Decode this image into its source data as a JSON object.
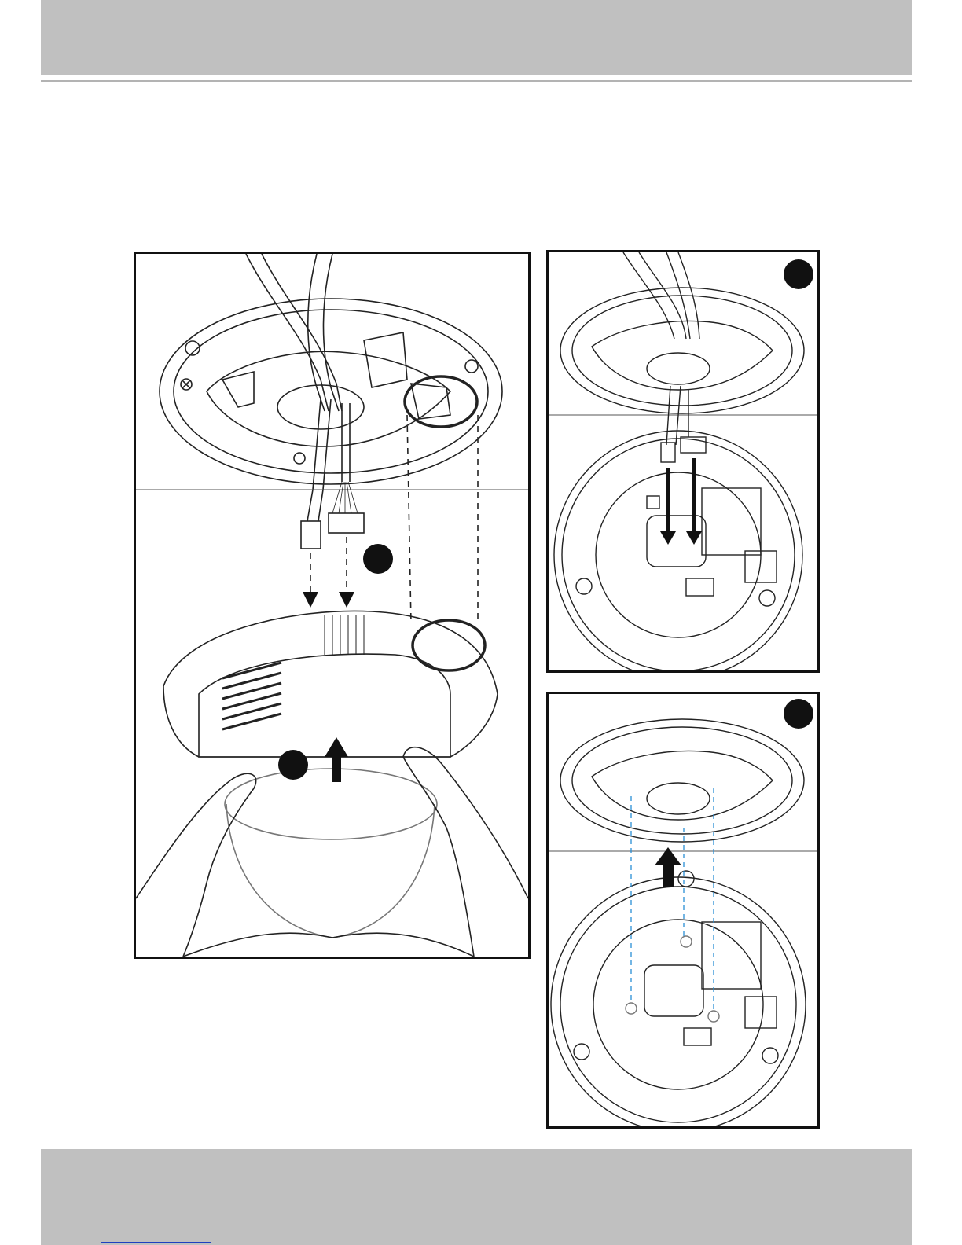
{
  "header": {},
  "footer": {},
  "figures": {
    "main": {
      "step_markers": 2
    },
    "right_top": {
      "step_markers": 1
    },
    "right_bottom": {
      "step_markers": 1
    }
  }
}
